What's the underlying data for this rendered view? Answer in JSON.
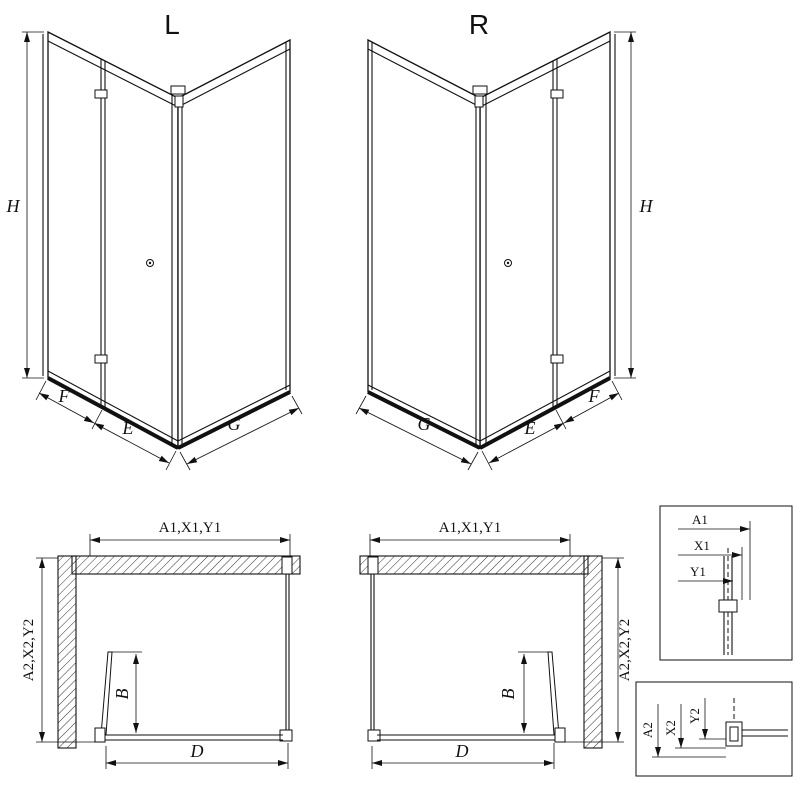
{
  "views": {
    "l": {
      "title": "L",
      "h": "H",
      "f": "F",
      "e": "E",
      "g": "G"
    },
    "r": {
      "title": "R",
      "h": "H",
      "f": "F",
      "e": "E",
      "g": "G"
    }
  },
  "plans": {
    "left": {
      "top": "A1,X1,Y1",
      "side": "A2,X2,Y2",
      "b": "B",
      "d": "D"
    },
    "right": {
      "top": "A1,X1,Y1",
      "side": "A2,X2,Y2",
      "b": "B",
      "d": "D"
    }
  },
  "details": {
    "top": {
      "a1": "A1",
      "x1": "X1",
      "y1": "Y1"
    },
    "bottom": {
      "a2": "A2",
      "x2": "X2",
      "y2": "Y2"
    }
  },
  "colors": {
    "line": "#111111",
    "background": "#ffffff"
  }
}
